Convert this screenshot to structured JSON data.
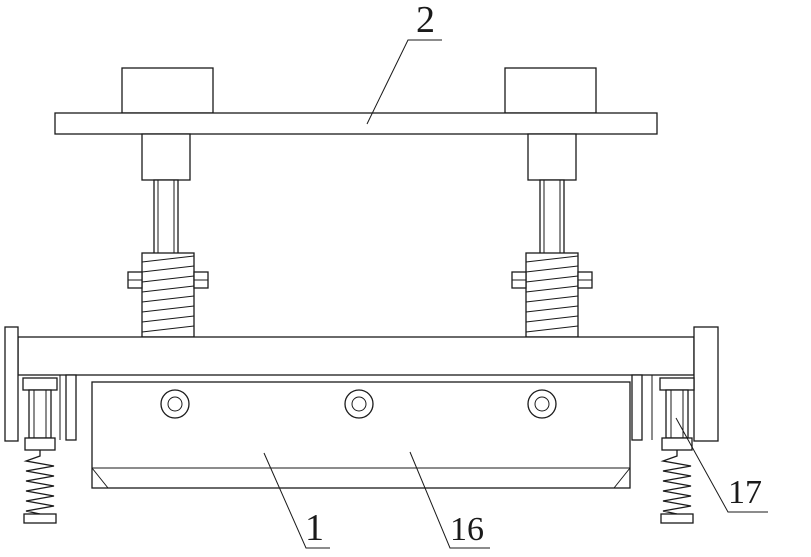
{
  "labels": {
    "top_plate": "2",
    "base_frame": "1",
    "block": "16",
    "spring_part": "17"
  }
}
